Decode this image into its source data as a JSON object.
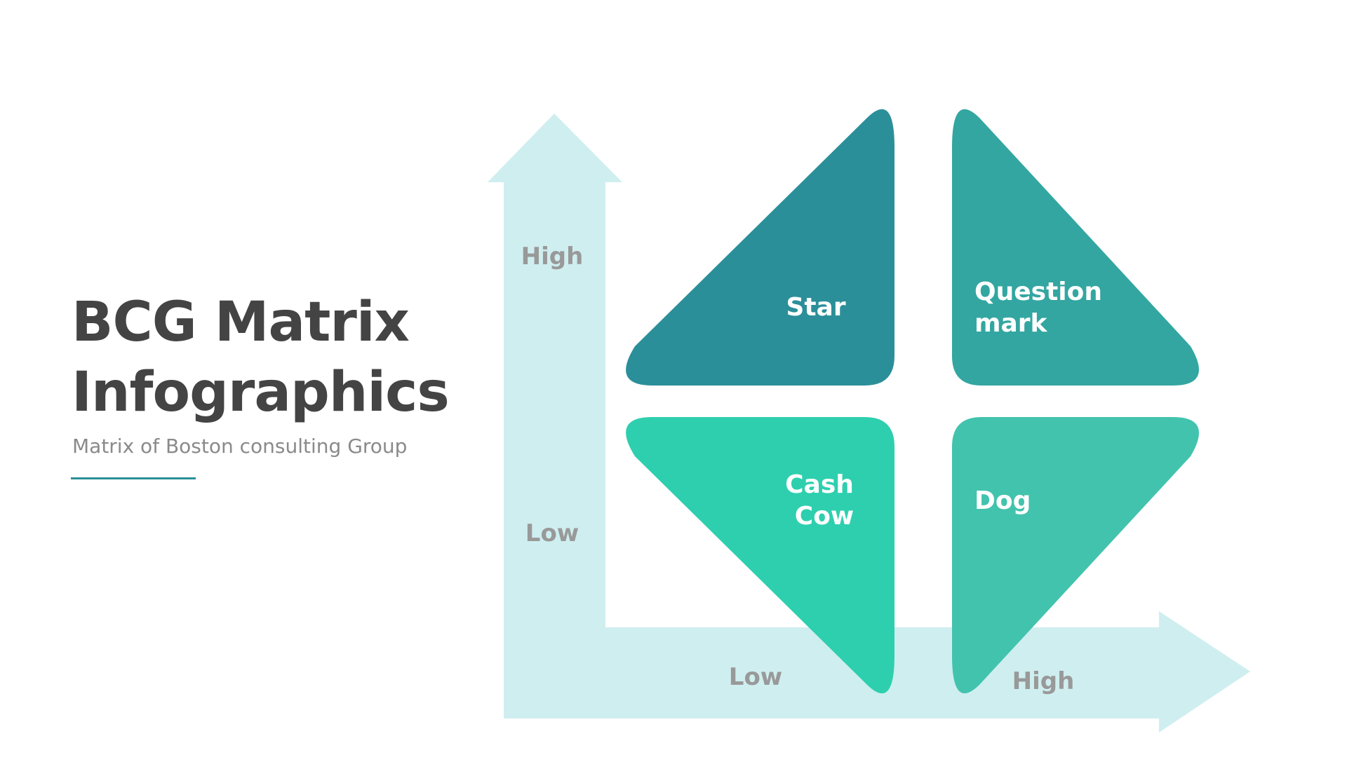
{
  "title": {
    "line1": "BCG Matrix",
    "line2": "Infographics"
  },
  "subtitle": "Matrix of Boston consulting Group",
  "axes": {
    "y_high": "High",
    "y_low": "Low",
    "x_low": "Low",
    "x_high": "High"
  },
  "quadrants": {
    "star": {
      "line1": "Star"
    },
    "question_mark": {
      "line1": "Question",
      "line2": "mark"
    },
    "cash_cow": {
      "line1": "Cash",
      "line2": "Cow"
    },
    "dog": {
      "line1": "Dog"
    }
  },
  "colors": {
    "axis_arrow": "#cfeef0",
    "axis_label": "#999999",
    "star": "#2b8f99",
    "question_mark": "#33a6a1",
    "cash_cow": "#2ecfae",
    "dog": "#42c3ad",
    "title_rule": "#2b8f99"
  }
}
